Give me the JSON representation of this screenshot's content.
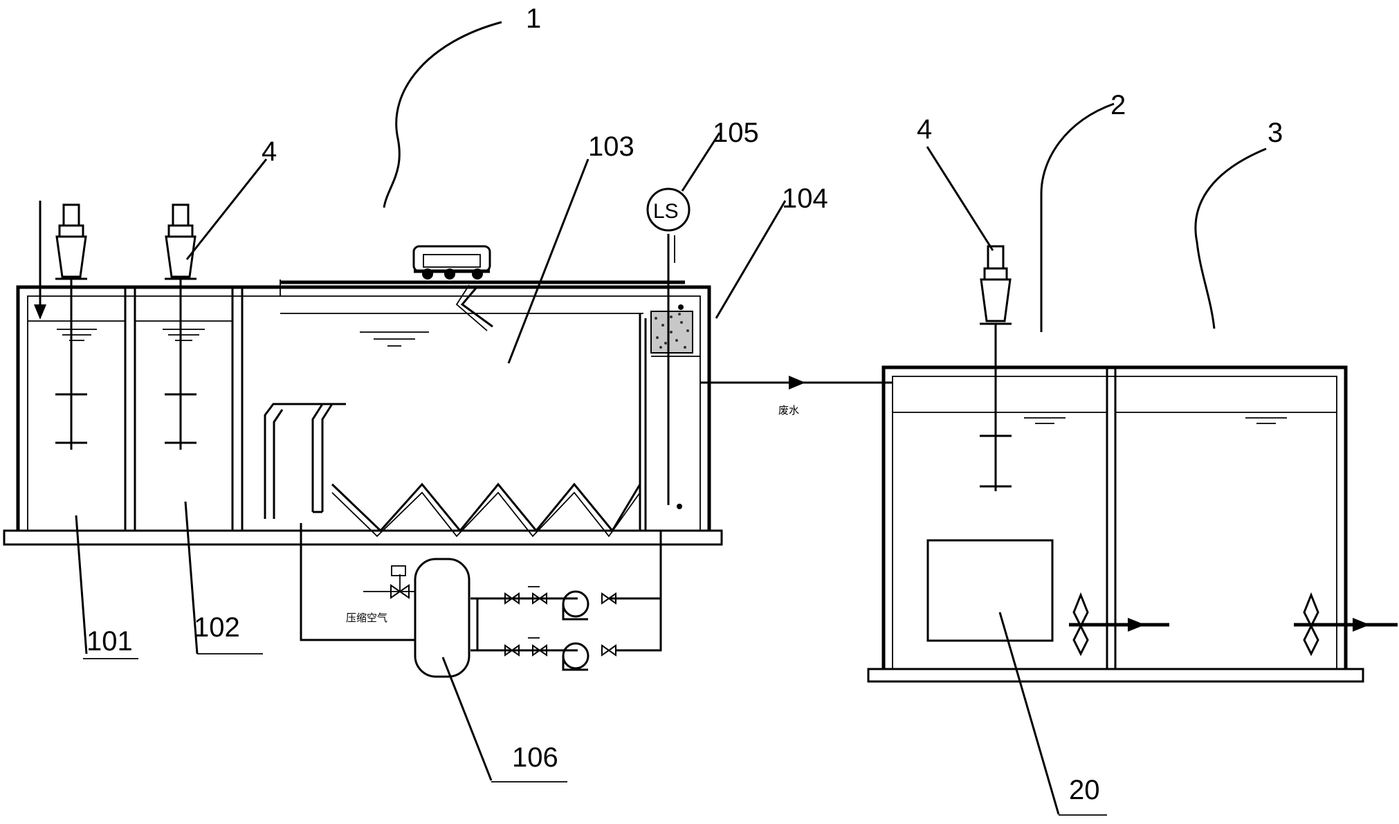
{
  "labels": {
    "system1": "1",
    "tank2": "2",
    "tank3": "3",
    "mixer_left": "4",
    "mixer_right": "4",
    "t101": "101",
    "t102": "102",
    "t103": "103",
    "t104": "104",
    "t105": "105",
    "t106": "106",
    "t20": "20",
    "level_switch": "LS",
    "waste_water": "废水",
    "compressed_air": "压缩空气"
  }
}
